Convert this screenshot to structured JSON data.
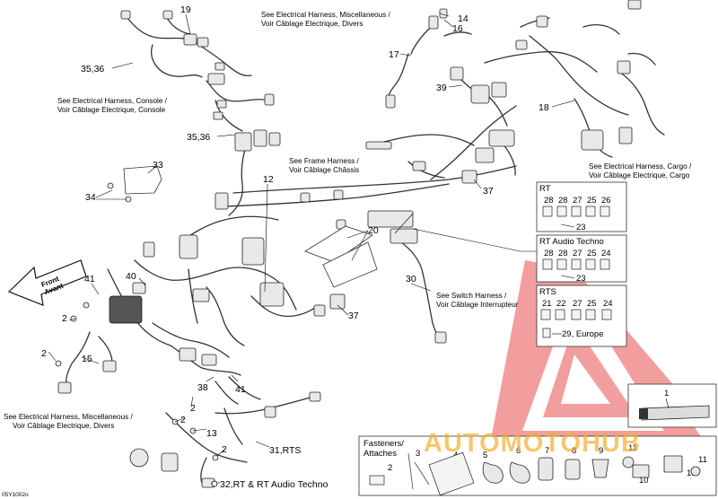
{
  "callouts": {
    "c19": "19",
    "c14": "14",
    "c16": "16",
    "c17": "17",
    "c3536a": "35,36",
    "c3536b": "35,36",
    "c39": "39",
    "c18": "18",
    "c33": "33",
    "c34": "34",
    "c12": "12",
    "c37a": "37",
    "c20": "20",
    "c41a": "41",
    "c40": "40",
    "c30": "30",
    "c37b": "37",
    "c2a": "2",
    "c2b": "2",
    "c15": "15",
    "c38": "38",
    "c41b": "41",
    "c2c": "2",
    "c2d": "2",
    "c13": "13",
    "c2e": "2",
    "c31": "31,RTS",
    "c32": "32,RT & RT Audio Techno",
    "c1": "1"
  },
  "notes": {
    "misc_top_1": "See Electrical Harness, Miscellaneous /",
    "misc_top_2": "Voir Câblage Electrique, Divers",
    "console_1": "See Electrical Harness, Console /",
    "console_2": "Voir Câblage Electrique, Console",
    "frame_1": "See Frame Harness /",
    "frame_2": "Voir Câblage Châssis",
    "cargo_1": "See Electrical Harness, Cargo /",
    "cargo_2": "Voir Câblage Electrique, Cargo",
    "switch_1": "See Switch Harness /",
    "switch_2": "Voir Câblage Interrupteur",
    "misc_bot_1": "See Electrical Harness, Miscellaneous /",
    "misc_bot_2": "Voir Câblage Electrique, Divers",
    "front_1": "Front",
    "front_2": "Avant",
    "code": "05Y1002o"
  },
  "box_rt": {
    "title": "RT",
    "nums": [
      "28",
      "28",
      "27",
      "25",
      "26"
    ],
    "sub": "23"
  },
  "box_audio": {
    "title": "RT Audio Techno",
    "nums": [
      "28",
      "28",
      "27",
      "25",
      "24"
    ],
    "sub": "23"
  },
  "box_rts": {
    "title": "RTS",
    "nums": [
      "21",
      "22",
      "27",
      "25",
      "24"
    ],
    "sub": "29, Europe"
  },
  "fasteners": {
    "title_1": "Fasteners/",
    "title_2": "Attaches",
    "nums": [
      "2",
      "3",
      "4",
      "5",
      "6",
      "7",
      "8",
      "9",
      "10",
      "11",
      "10",
      "11"
    ]
  },
  "watermark": {
    "text": "AUTOMOTOHUB",
    "color": "#e03030",
    "accent": "#f0b030"
  }
}
